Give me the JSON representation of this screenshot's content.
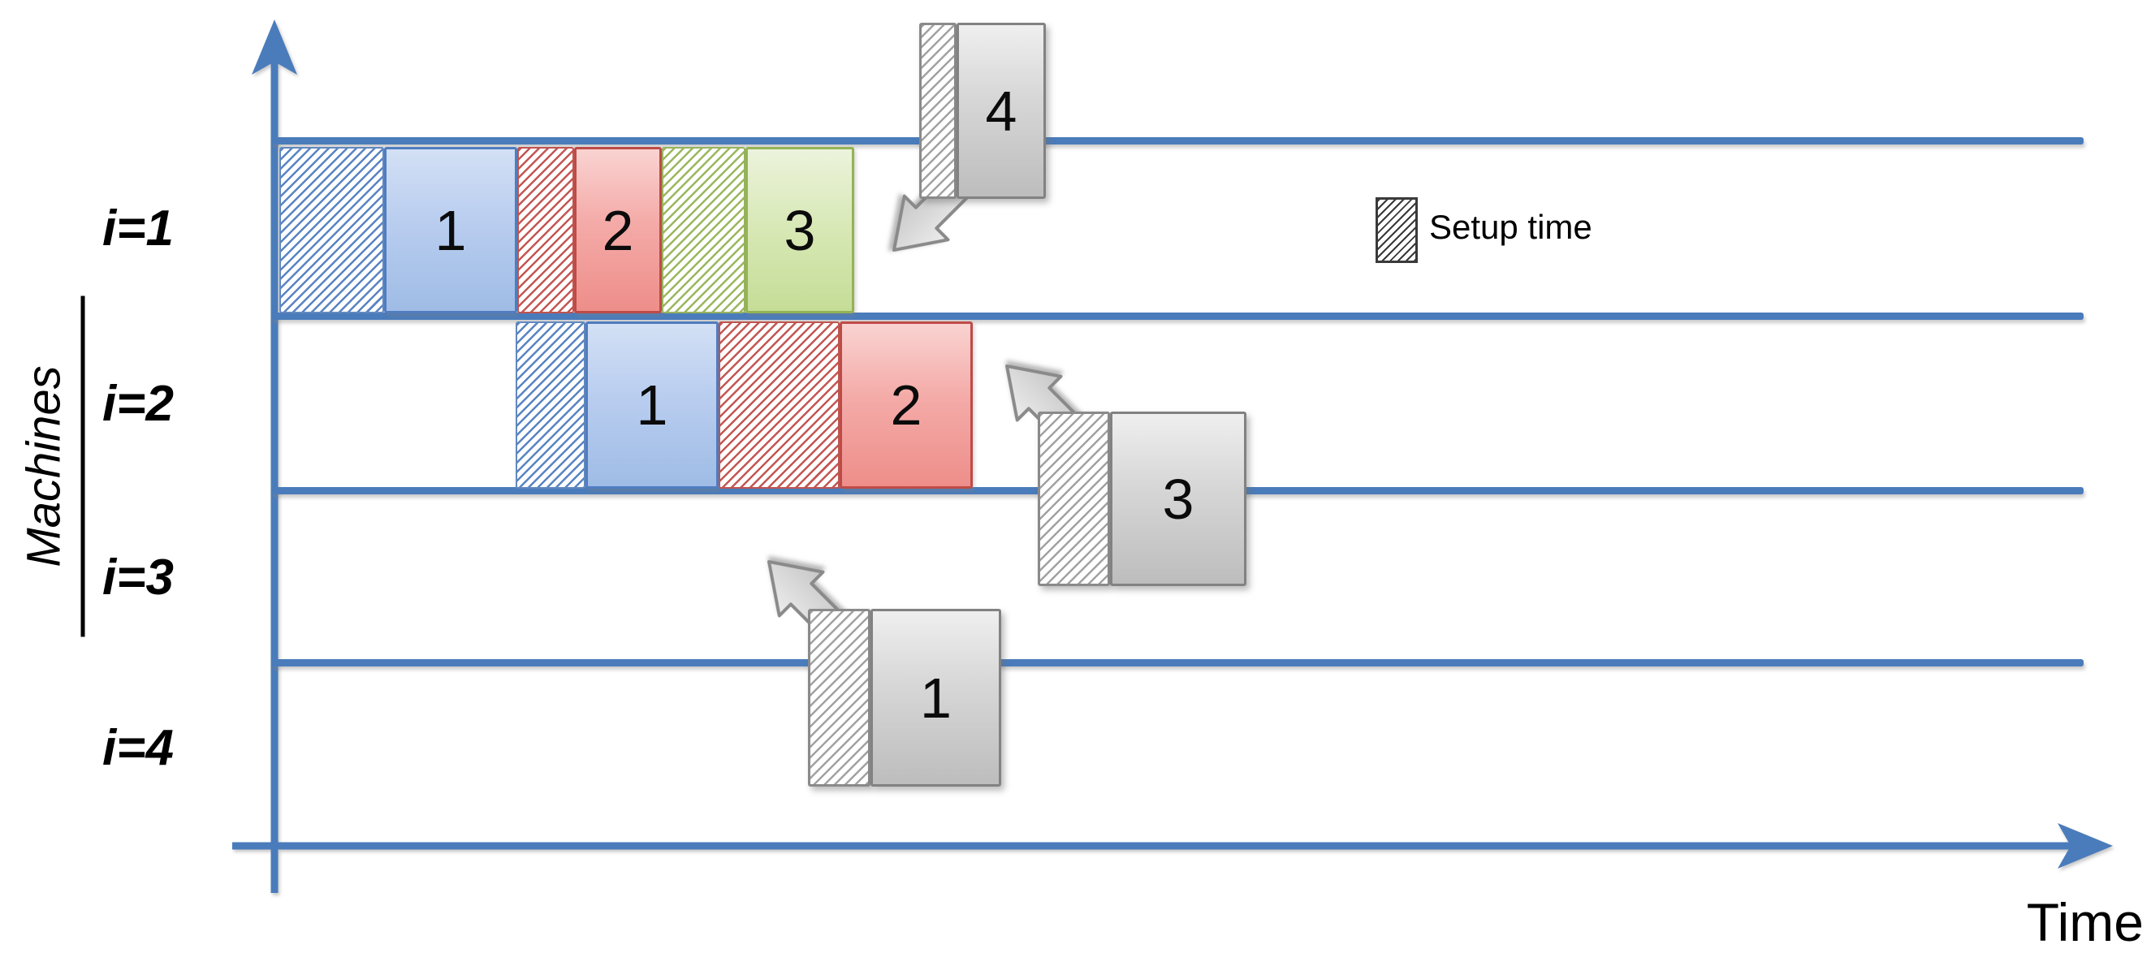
{
  "axes": {
    "y_label": "Machines",
    "x_label": "Time"
  },
  "machines": [
    {
      "label": "i=1"
    },
    {
      "label": "i=2"
    },
    {
      "label": "i=3"
    },
    {
      "label": "i=4"
    }
  ],
  "legend": {
    "label": "Setup time"
  },
  "schedule": {
    "machine1": {
      "jobs": [
        {
          "label": "1",
          "color": "blue",
          "setup_before": true
        },
        {
          "label": "2",
          "color": "red",
          "setup_before": true
        },
        {
          "label": "3",
          "color": "green",
          "setup_before": true
        }
      ]
    },
    "machine2": {
      "jobs": [
        {
          "label": "1",
          "color": "blue",
          "setup_before": true
        },
        {
          "label": "2",
          "color": "red",
          "setup_before": true
        }
      ]
    },
    "machine3": {
      "jobs": []
    },
    "machine4": {
      "jobs": []
    }
  },
  "pending_jobs": [
    {
      "label": "4",
      "color": "gray",
      "setup_before": true,
      "arrow": "down-left",
      "near_machine": "i=1"
    },
    {
      "label": "3",
      "color": "gray",
      "setup_before": true,
      "arrow": "up-left",
      "near_machine": "i=2"
    },
    {
      "label": "1",
      "color": "gray",
      "setup_before": true,
      "arrow": "up-left",
      "near_machine": "i=4"
    }
  ],
  "colors": {
    "axis": "#4A7CBB",
    "job_blue_border": "#4F7DBF",
    "job_red_border": "#BE4B47",
    "job_green_border": "#94B354",
    "job_gray_border": "#828282"
  }
}
